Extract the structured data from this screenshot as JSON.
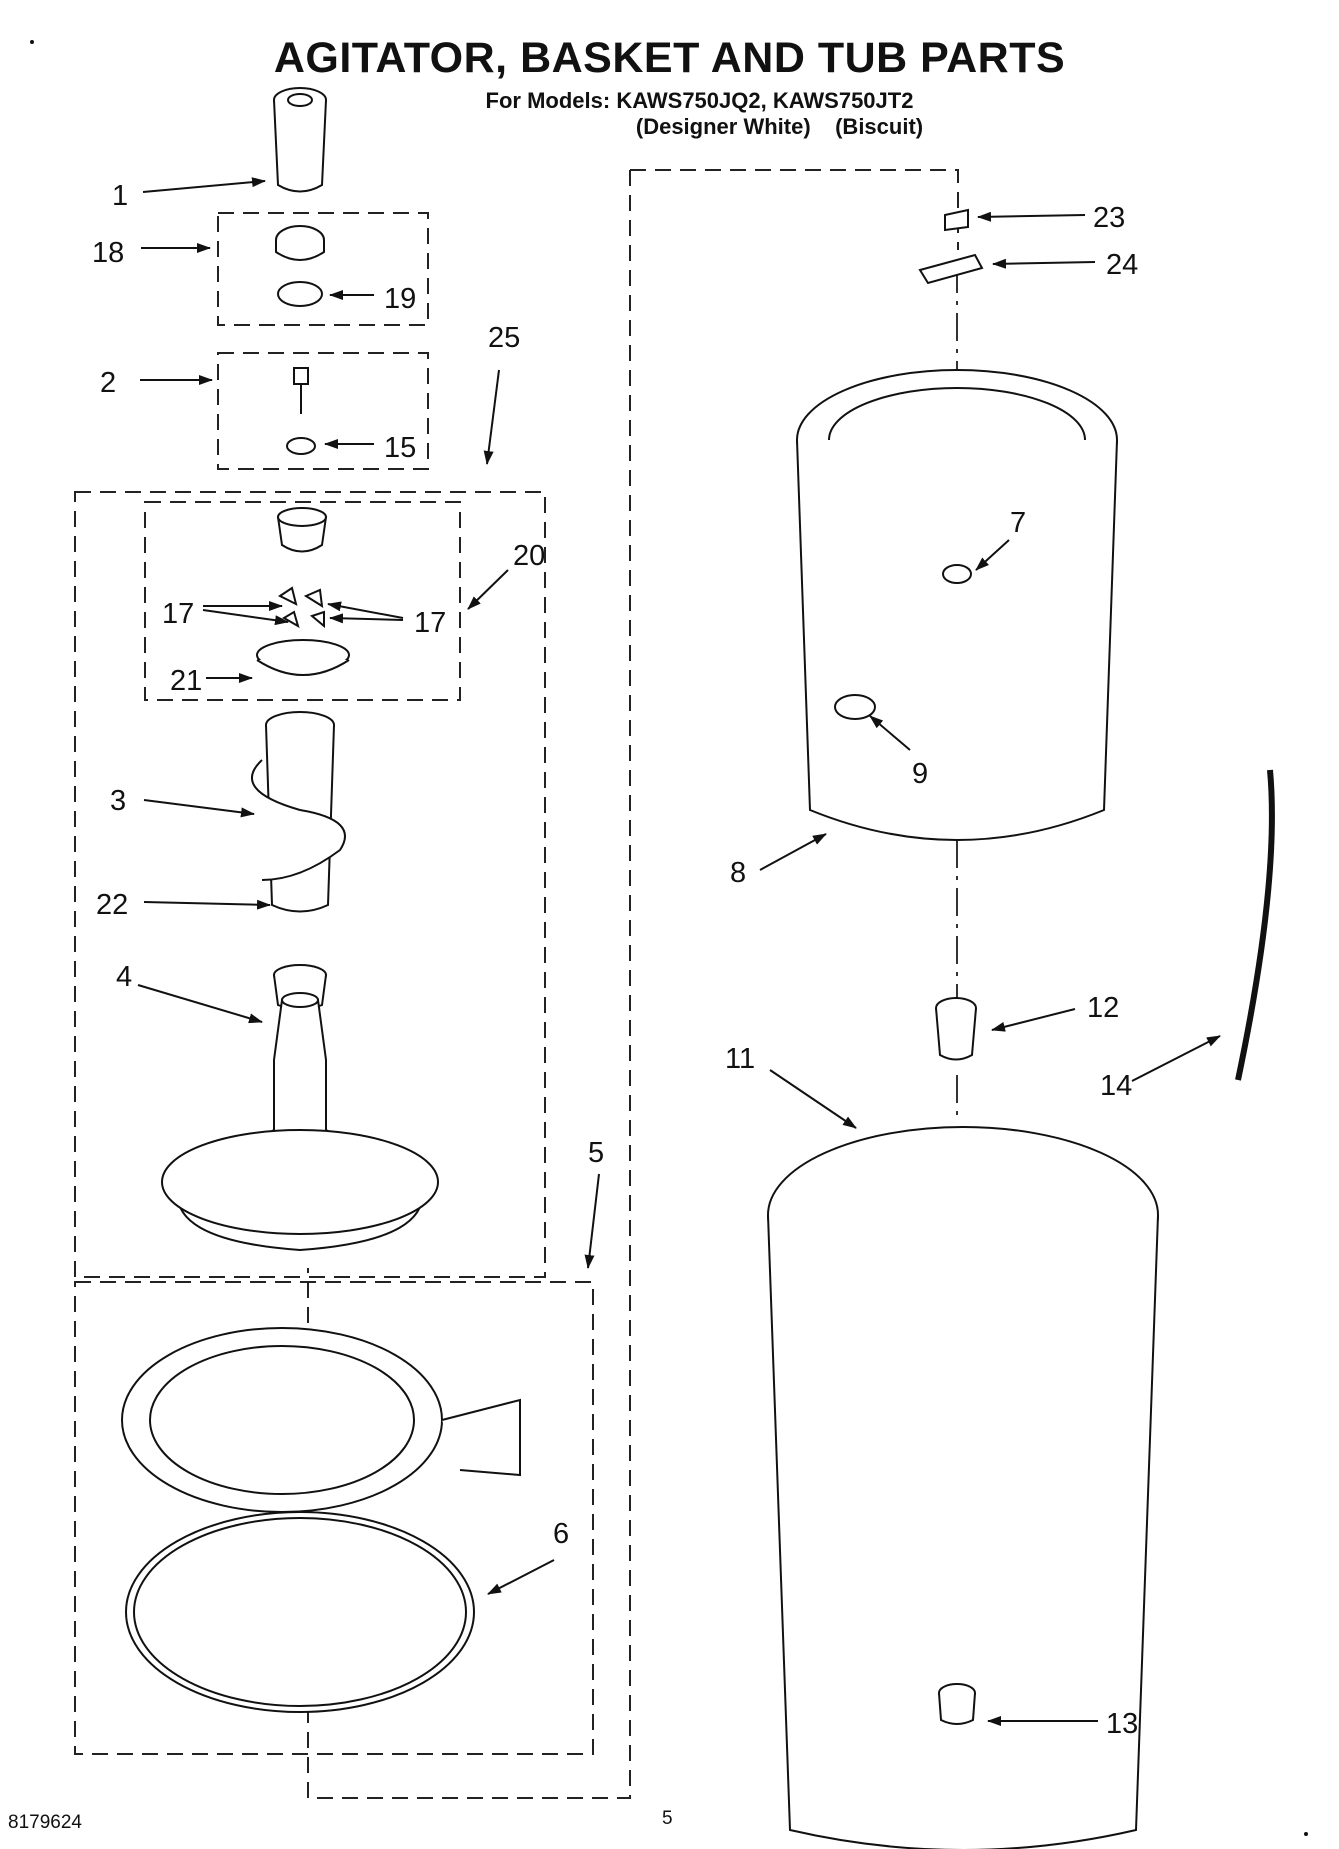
{
  "header": {
    "title": "AGITATOR, BASKET AND TUB PARTS",
    "models_line": "For Models: KAWS750JQ2, KAWS750JT2",
    "colors_line": "(Designer White)    (Biscuit)"
  },
  "footer": {
    "doc_number": "8179624",
    "page_number": "5"
  },
  "callouts": [
    "1",
    "18",
    "19",
    "2",
    "15",
    "25",
    "20",
    "17",
    "17",
    "21",
    "3",
    "22",
    "4",
    "5",
    "6",
    "23",
    "24",
    "7",
    "9",
    "8",
    "12",
    "11",
    "14",
    "13"
  ]
}
